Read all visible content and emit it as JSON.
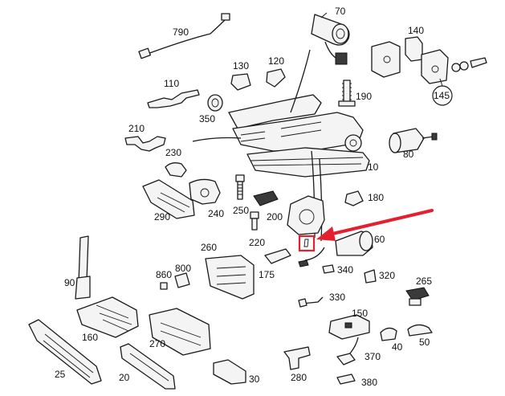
{
  "labels": {
    "l790": "790",
    "l70": "70",
    "l140": "140",
    "l130": "130",
    "l120": "120",
    "l110": "110",
    "l190": "190",
    "l145": "145",
    "l350": "350",
    "l210": "210",
    "l80": "80",
    "l230": "230",
    "l10": "10",
    "l180": "180",
    "l290": "290",
    "l240": "240",
    "l250": "250",
    "l200": "200",
    "l60": "60",
    "l220": "220",
    "l260": "260",
    "l90": "90",
    "l800": "800",
    "l860": "860",
    "l175": "175",
    "l340": "340",
    "l320": "320",
    "l265": "265",
    "l330": "330",
    "l150": "150",
    "l160": "160",
    "l270": "270",
    "l40": "40",
    "l50": "50",
    "l370": "370",
    "l25": "25",
    "l20": "20",
    "l280": "280",
    "l30": "30",
    "l380": "380"
  },
  "colors": {
    "highlight": "#e5202e",
    "line": "#1a1a1a"
  }
}
